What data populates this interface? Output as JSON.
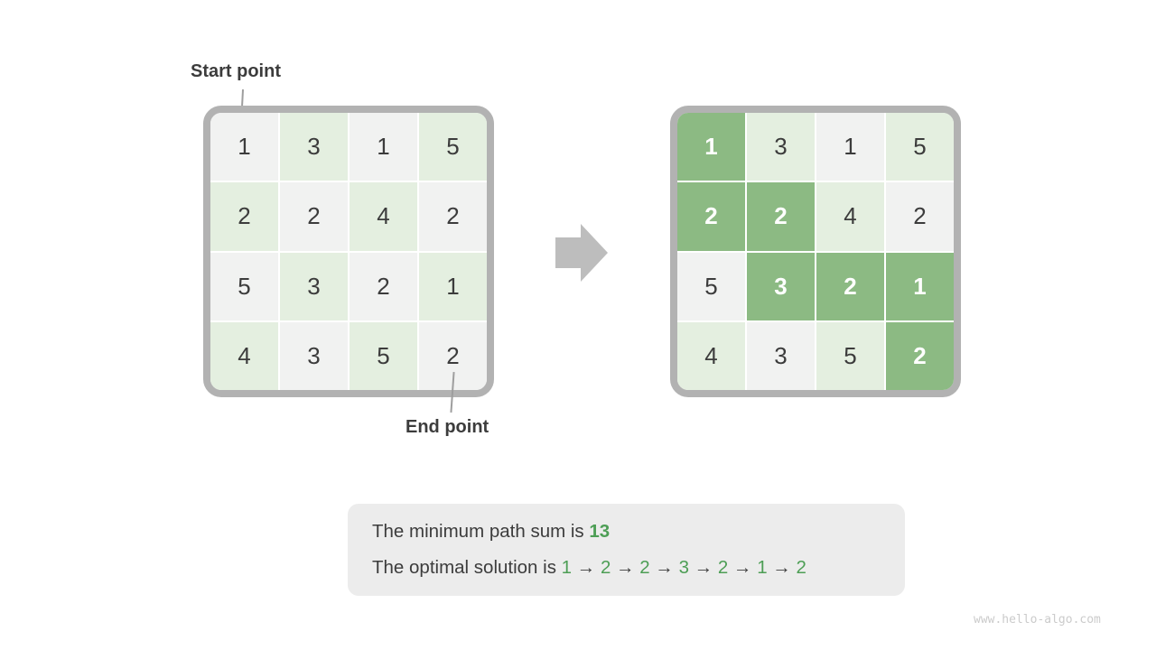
{
  "labels": {
    "start_point": "Start point",
    "end_point": "End point"
  },
  "grids": {
    "left": {
      "values": [
        [
          1,
          3,
          1,
          5
        ],
        [
          2,
          2,
          4,
          2
        ],
        [
          5,
          3,
          2,
          1
        ],
        [
          4,
          3,
          5,
          2
        ]
      ]
    },
    "right": {
      "values": [
        [
          1,
          3,
          1,
          5
        ],
        [
          2,
          2,
          4,
          2
        ],
        [
          5,
          3,
          2,
          1
        ],
        [
          4,
          3,
          5,
          2
        ]
      ],
      "path_cells": [
        [
          0,
          0
        ],
        [
          1,
          0
        ],
        [
          1,
          1
        ],
        [
          2,
          1
        ],
        [
          2,
          2
        ],
        [
          2,
          3
        ],
        [
          3,
          3
        ]
      ]
    }
  },
  "summary": {
    "min_sum_prefix": "The minimum path sum is ",
    "min_sum_value": "13",
    "solution_prefix": "The optimal solution is ",
    "solution_values": [
      "1",
      "2",
      "2",
      "3",
      "2",
      "1",
      "2"
    ],
    "solution_separator": "→"
  },
  "watermark": "www.hello-algo.com",
  "colors": {
    "cell_gray": "#f1f2f1",
    "cell_green_light": "#e4efe0",
    "cell_path": "#8cba83",
    "grid_border": "#b2b2b2",
    "grid_gap": "#ffffff",
    "arrow_fill": "#bdbdbd",
    "pointer_line": "#9e9e9e",
    "text_dark": "#3c3c3c",
    "text_green": "#4d9e55",
    "box_bg": "#ececec",
    "watermark_gray": "#cbcbcb"
  }
}
